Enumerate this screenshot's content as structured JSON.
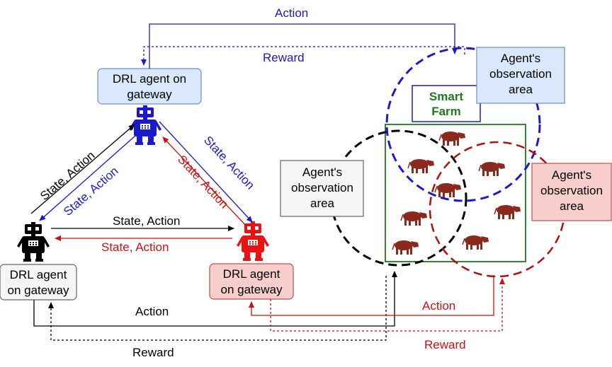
{
  "labels": {
    "action_top": "Action",
    "reward_top": "Reward",
    "action_bottom_black": "Action",
    "reward_bottom_black": "Reward",
    "action_bottom_red": "Action",
    "reward_bottom_red": "Reward",
    "left_edge_black": "State, Action",
    "left_edge_blue": "State, Action",
    "right_edge_blue": "State, Action",
    "right_edge_red": "State, Action",
    "bottom_edge_black": "State, Action",
    "bottom_edge_red": "State, Action"
  },
  "agents": {
    "top": {
      "line1": "DRL agent on",
      "line2": "gateway"
    },
    "left": {
      "line1": "DRL agent",
      "line2": "on gateway"
    },
    "right": {
      "line1": "DRL agent",
      "line2": "on gateway"
    }
  },
  "observation": {
    "blue": {
      "line1": "Agent's",
      "line2": "observation",
      "line3": "area"
    },
    "black": {
      "line1": "Agent's",
      "line2": "observation",
      "line3": "area"
    },
    "red": {
      "line1": "Agent's",
      "line2": "observation",
      "line3": "area"
    }
  },
  "farm": {
    "line1": "Smart",
    "line2": "Farm"
  },
  "colors": {
    "blue": "#1a1acc",
    "red": "#cc1111",
    "black": "#000000",
    "farm_green": "#1e7a1e",
    "cow": "#8b2a1c",
    "blue_box_fill": "#dae8fc",
    "blue_box_stroke": "#6c8ebf",
    "red_box_fill": "#f8cecc",
    "red_box_stroke": "#b85450",
    "gray_box_fill": "#f5f5f5",
    "gray_box_stroke": "#666666"
  },
  "icons": [
    "robot-icon",
    "cow-icon"
  ]
}
